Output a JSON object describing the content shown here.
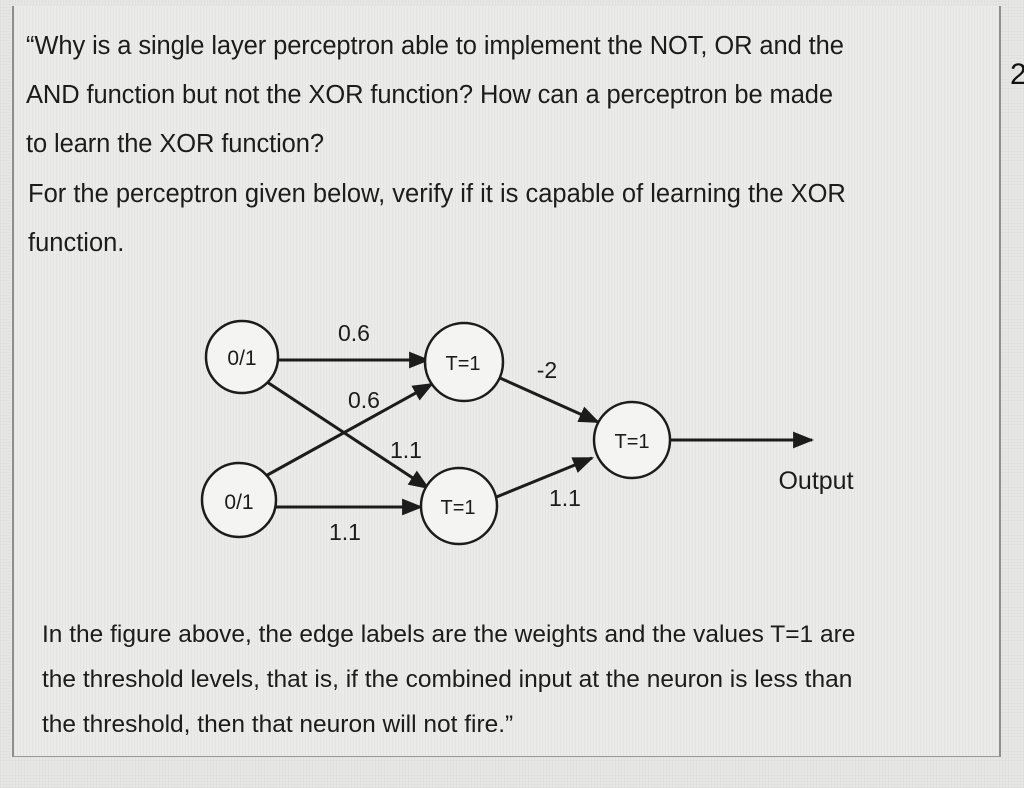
{
  "question": {
    "line1": "“Why is a single layer perceptron able to implement the NOT, OR and the",
    "line2": "AND function but not the XOR function? How can a perceptron be made",
    "line3": "to learn the XOR function?"
  },
  "instruction": {
    "line1": "For the perceptron given below, verify if it is capable of learning the XOR",
    "line2": "function."
  },
  "diagram": {
    "nodes": {
      "input_top": "0/1",
      "input_bottom": "0/1",
      "hidden_top": "T=1",
      "hidden_bottom": "T=1",
      "output_node": "T=1"
    },
    "weights": {
      "top_to_top": "0.6",
      "bottom_to_top": "0.6",
      "top_to_bottom": "1.1",
      "bottom_to_bottom": "1.1",
      "hidden_top_to_output": "-2",
      "hidden_bottom_to_output": "1.1"
    },
    "output_label": "Output"
  },
  "footnote": {
    "line1": "In the figure above, the edge labels are the weights and the values T=1 are",
    "line2": "the threshold levels, that is, if the combined input at the neuron is less than",
    "line3": "the threshold, then that neuron will not fire.”"
  },
  "edge_glyph": "2"
}
